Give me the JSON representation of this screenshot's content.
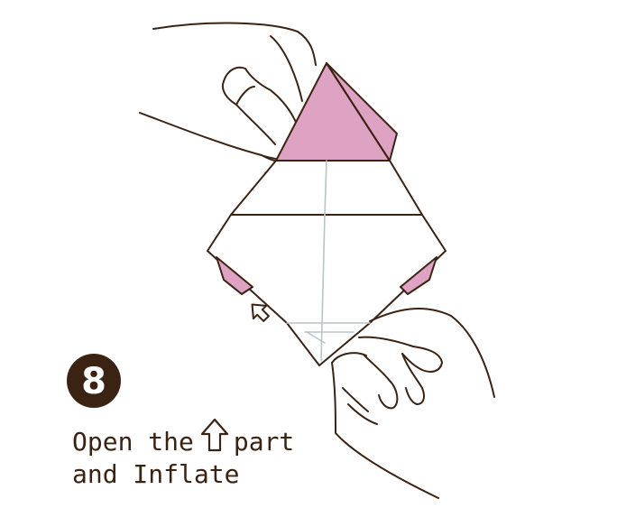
{
  "step": {
    "number": "8"
  },
  "caption": {
    "line1_before_icon": "Open the",
    "line1_after_icon": "part",
    "line2": "and Inflate",
    "inline_icon": "up-arrow-outline-icon"
  },
  "colors": {
    "line": "#3b2313",
    "pink_fill": "#dea3c3",
    "pink_stroke": "#3b2313",
    "crease": "#b9c4c4",
    "badge": "#3b2313"
  },
  "icons": {
    "small_arrow": "up-arrow-outline-icon"
  }
}
